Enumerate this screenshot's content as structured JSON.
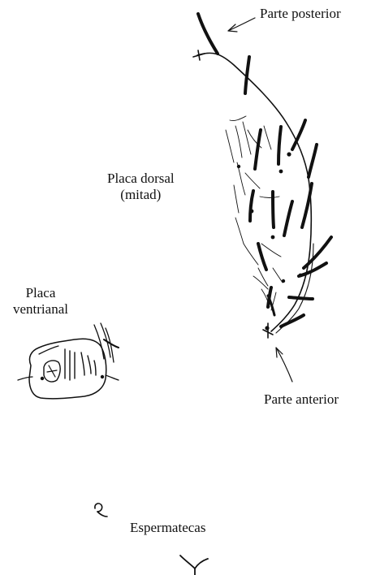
{
  "labels": {
    "parte_posterior": "Parte posterior",
    "placa_dorsal_line1": "Placa dorsal",
    "placa_dorsal_line2": "(mitad)",
    "placa_ventrianal_line1": "Placa",
    "placa_ventrianal_line2": "ventrianal",
    "parte_anterior": "Parte anterior",
    "espermatecas": "Espermatecas"
  },
  "colors": {
    "ink": "#111111",
    "background": "#ffffff"
  }
}
